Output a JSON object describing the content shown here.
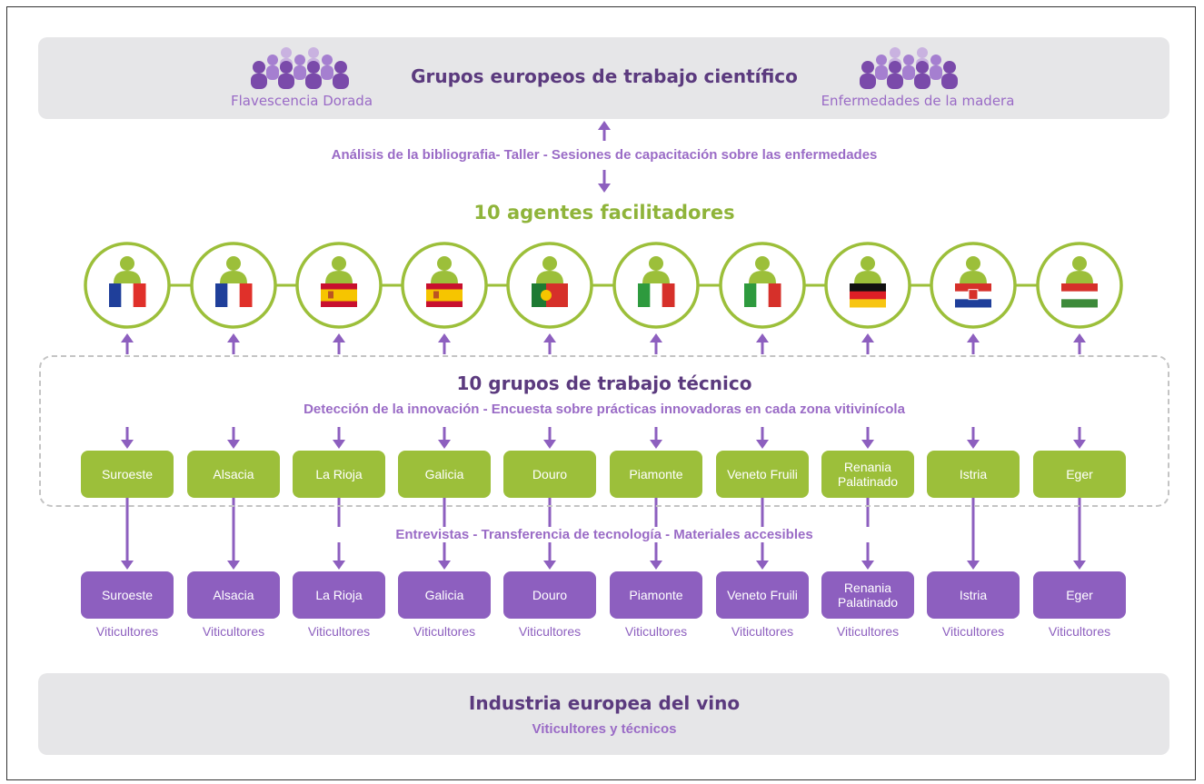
{
  "top": {
    "title": "Grupos europeos de trabajo científico",
    "left_group": "Flavescencia Dorada",
    "right_group": "Enfermedades de la madera"
  },
  "top_link": "Análisis de la bibliografia- Taller - Sesiones de capacitación sobre las enfermedades",
  "facilitators_title": "10 agentes facilitadores",
  "facilitators": [
    {
      "flag": "france"
    },
    {
      "flag": "france"
    },
    {
      "flag": "spain"
    },
    {
      "flag": "spain"
    },
    {
      "flag": "portugal"
    },
    {
      "flag": "italy"
    },
    {
      "flag": "italy"
    },
    {
      "flag": "germany"
    },
    {
      "flag": "croatia"
    },
    {
      "flag": "hungary"
    }
  ],
  "technical": {
    "title": "10 grupos de trabajo técnico",
    "subtitle": "Detección de la innovación - Encuesta sobre prácticas innovadoras en cada zona vitivinícola"
  },
  "regions": [
    "Suroeste",
    "Alsacia",
    "La Rioja",
    "Galicia",
    "Douro",
    "Piamonte",
    "Veneto Fruili",
    "Renania Palatinado",
    "Istria",
    "Eger"
  ],
  "transfer_text": "Entrevistas - Transferencia de tecnología - Materiales accesibles",
  "growers_label": "Viticultores",
  "bottom": {
    "title": "Industria europea del vino",
    "subtitle": "Viticultores y técnicos"
  },
  "colors": {
    "purple_dark": "#5b3a7e",
    "purple": "#8d5fbf",
    "purple_light": "#9a6bc6",
    "green": "#9cbf3a",
    "panel_grey": "#e6e6e8"
  }
}
